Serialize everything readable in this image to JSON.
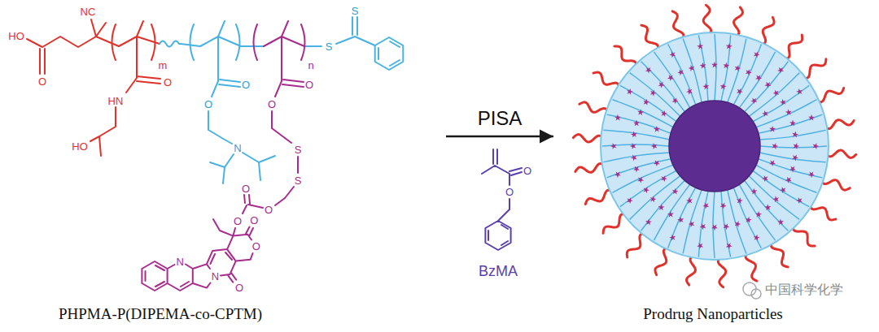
{
  "diagram": {
    "nodes": [
      {
        "text": [
          "PHPMA-P(DIPEMA-co-CPTM)"
        ]
      },
      {
        "text": [
          "Prodrug Nanoparticles"
        ]
      }
    ],
    "edges": [
      {
        "from": 0,
        "to": 1,
        "arrow": "to",
        "label": "PISA"
      }
    ],
    "labels": [
      "HO",
      "NC",
      "O",
      "m",
      "HN",
      "O",
      "HO",
      "O",
      "O",
      "N",
      "O",
      "O",
      "S",
      "S",
      "O",
      "O",
      "O",
      "N",
      "N",
      "O",
      "O",
      "O",
      "n",
      "S",
      "S",
      "BzMA",
      "O",
      "O",
      "中国科学化学"
    ]
  }
}
